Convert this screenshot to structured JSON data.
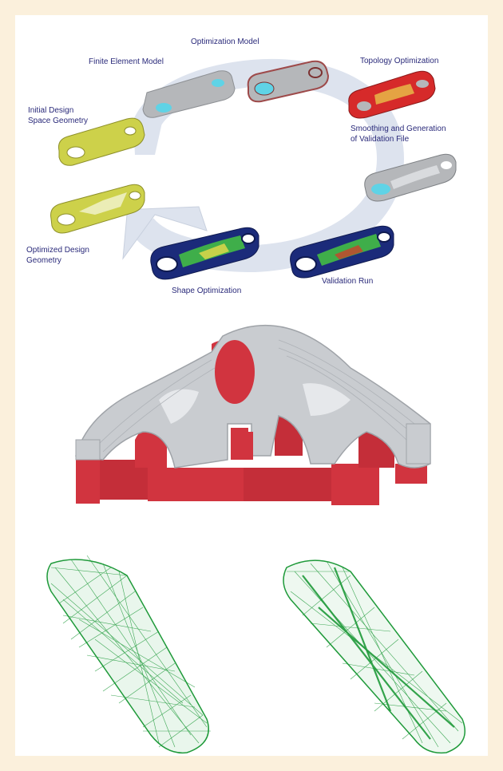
{
  "workflow": {
    "steps": {
      "finite_element_model": "Finite Element Model",
      "optimization_model": "Optimization Model",
      "topology_optimization": "Topology Optimization",
      "initial_design_line1": "Initial Design",
      "initial_design_line2": "Space Geometry",
      "smoothing_line1": "Smoothing and Generation",
      "smoothing_line2": "of Validation File",
      "optimized_line1": "Optimized Design",
      "optimized_line2": "Geometry",
      "shape_optimization": "Shape Optimization",
      "validation_run": "Validation Run"
    }
  },
  "colors": {
    "page_background": "#fbf0dc",
    "panel_background": "#ffffff",
    "label_text": "#2a2a7a",
    "arrow_ring": "#dde3ee",
    "part_gray": "#b5b7ba",
    "part_yellow": "#cdd14a",
    "part_red": "#d62a2a",
    "hole_cyan": "#5fd3e6",
    "fea_blue": "#1b2b7a",
    "fea_green": "#3fae4a",
    "bridge_gray": "#c9ccd0",
    "bridge_red": "#d1343f",
    "lattice_green": "#1f9a3a"
  }
}
